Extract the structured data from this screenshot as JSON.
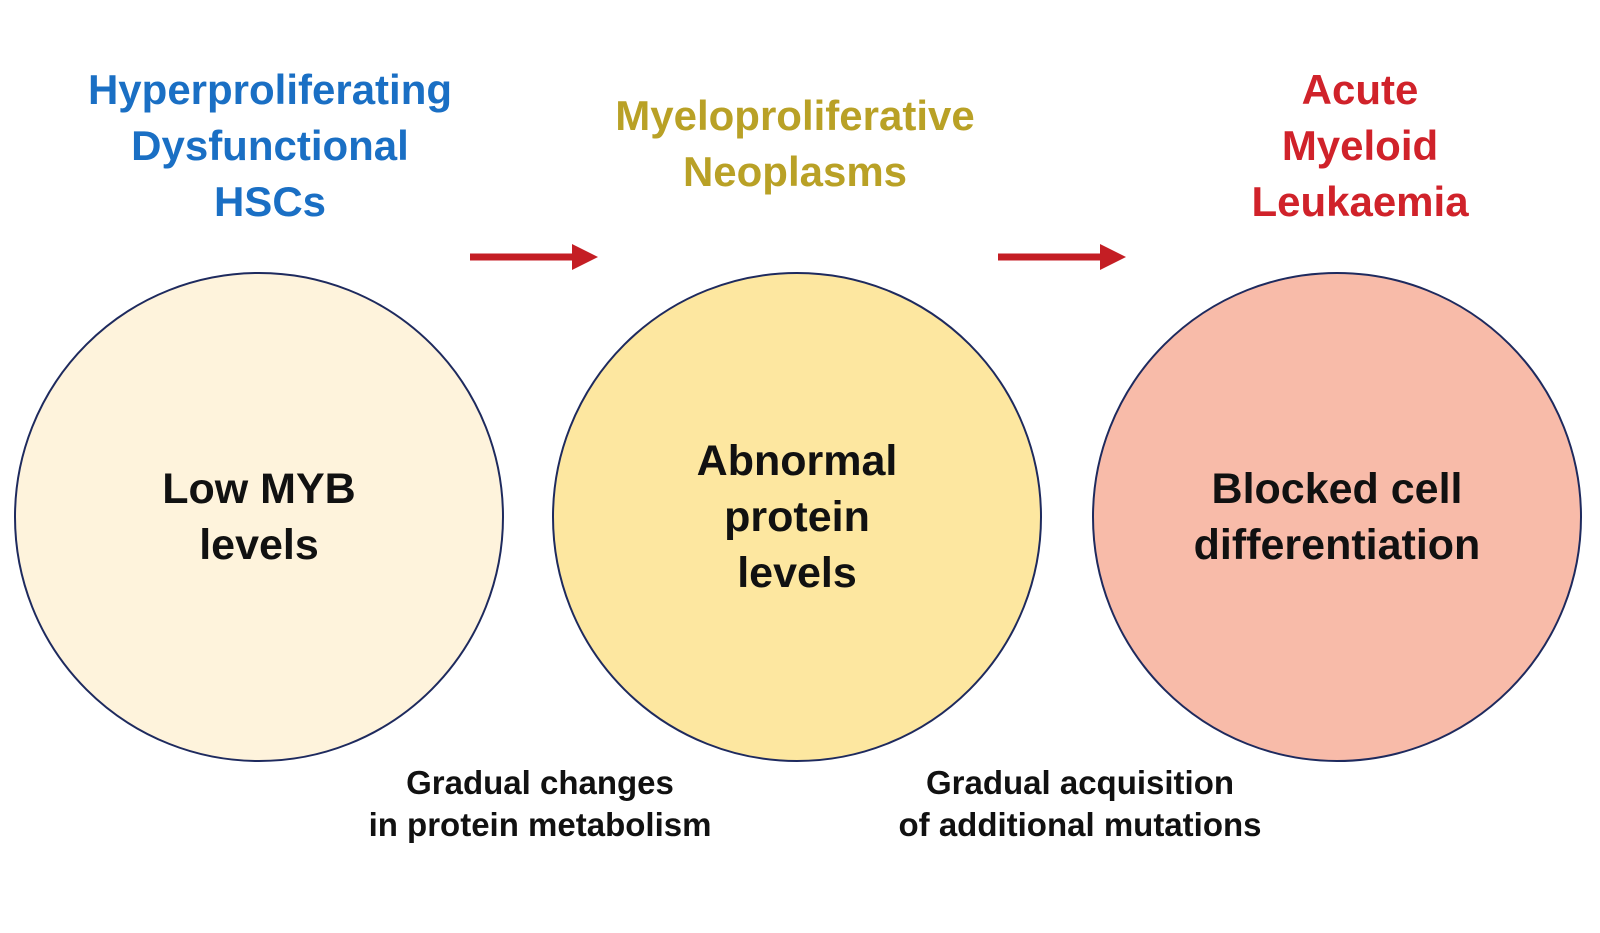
{
  "colors": {
    "heading_blue": "#1a6fc4",
    "heading_gold": "#b9a126",
    "heading_red": "#d0222a",
    "circle_1_fill": "#fef3dc",
    "circle_2_fill": "#fde7a0",
    "circle_3_fill": "#f8bba9",
    "circle_border": "#1e2a5e",
    "arrow": "#c41e24"
  },
  "stages": [
    {
      "heading_lines": [
        "Hyperproliferating",
        "Dysfunctional",
        "HSCs"
      ],
      "circle_lines": [
        "Low MYB",
        "levels"
      ]
    },
    {
      "heading_lines": [
        "Myeloproliferative",
        "Neoplasms"
      ],
      "circle_lines": [
        "Abnormal",
        "protein",
        "levels"
      ]
    },
    {
      "heading_lines": [
        "Acute",
        "Myeloid",
        "Leukaemia"
      ],
      "circle_lines": [
        "Blocked cell",
        "differentiation"
      ]
    }
  ],
  "transitions": [
    {
      "caption_lines": [
        "Gradual changes",
        "in protein metabolism"
      ]
    },
    {
      "caption_lines": [
        "Gradual acquisition",
        "of additional mutations"
      ]
    }
  ]
}
